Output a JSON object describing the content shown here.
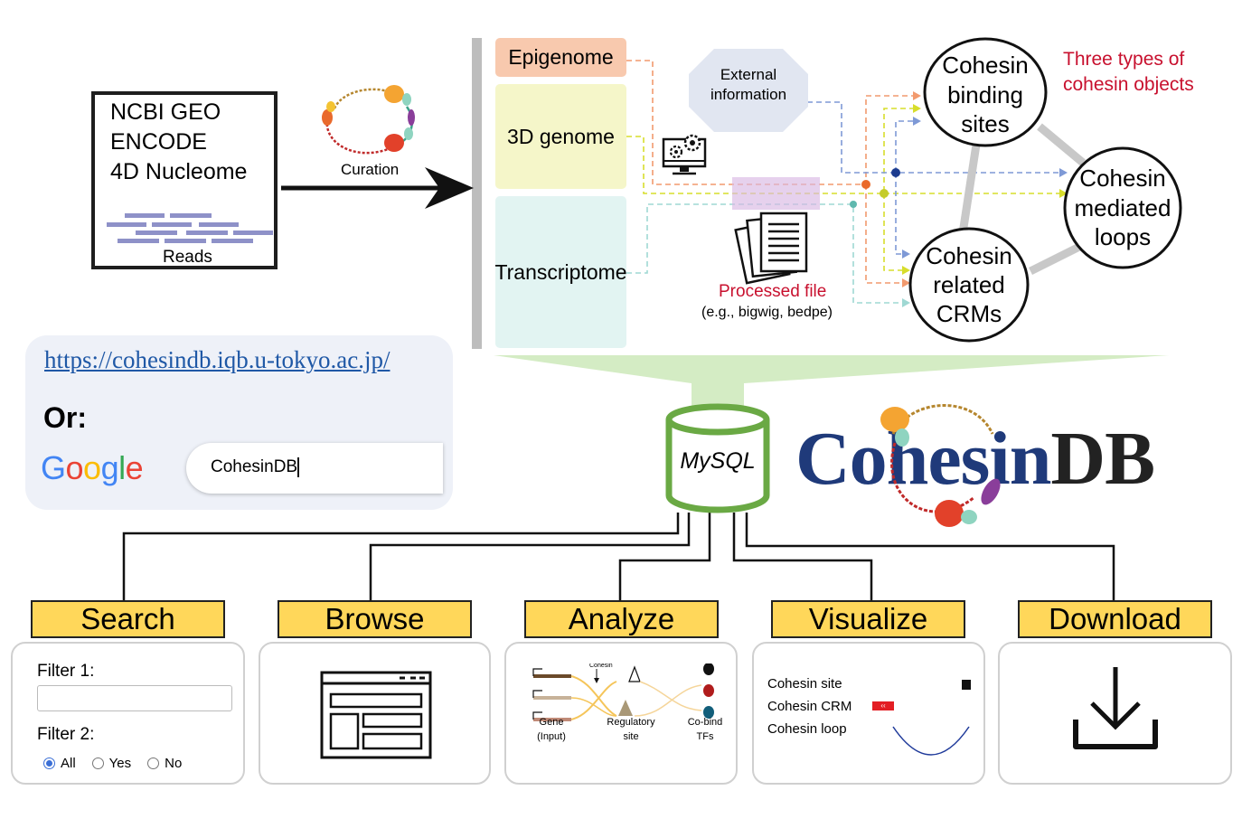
{
  "sources": {
    "lines": [
      "NCBI GEO",
      "ENCODE",
      "4D Nucleome"
    ],
    "reads_label": "Reads",
    "curation_label": "Curation"
  },
  "data_types": {
    "epigenome": "Epigenome",
    "genome3d": "3D genome",
    "transcriptome": "Transcriptome"
  },
  "external_info": [
    "External",
    "information"
  ],
  "processed_file": {
    "title": "Processed file",
    "subtitle": "(e.g., bigwig, bedpe)"
  },
  "cohesin_objects": {
    "heading": [
      "Three types of",
      "cohesin objects"
    ],
    "binding_sites": [
      "Cohesin",
      "binding",
      "sites"
    ],
    "mediated_loops": [
      "Cohesin",
      "mediated",
      "loops"
    ],
    "related_crms": [
      "Cohesin",
      "related",
      "CRMs"
    ]
  },
  "access": {
    "url": "https://cohesindb.iqb.u-tokyo.ac.jp/",
    "or_label": "Or:",
    "google_logo": "Google",
    "search_query": "CohesinDB"
  },
  "database": {
    "engine": "MySQL",
    "brand": "CohesinDB"
  },
  "features": {
    "search": "Search",
    "browse": "Browse",
    "analyze": "Analyze",
    "visualize": "Visualize",
    "download": "Download"
  },
  "search_panel": {
    "filter1": "Filter 1:",
    "filter2": "Filter 2:",
    "options": [
      "All",
      "Yes",
      "No"
    ],
    "selected": "All"
  },
  "analyze_panel": {
    "cohesin": "Cohesin",
    "gene": [
      "Gene",
      "(Input)"
    ],
    "regulatory": [
      "Regulatory",
      "site"
    ],
    "cobind": [
      "Co-bind",
      "TFs"
    ]
  },
  "visualize_panel": {
    "rows": [
      "Cohesin site",
      "Cohesin CRM",
      "Cohesin loop"
    ]
  },
  "colors": {
    "label_yellow": "#ffd75a",
    "epigenome": "#f8c9ae",
    "genome3d": "#f5f6c9",
    "transcriptome": "#e2f4f2",
    "mysql_green": "#6aa944",
    "brand_navy": "#1f3a7a",
    "red_text": "#c8102e"
  },
  "icons": [
    "gear-monitor-icon",
    "document-stack-icon",
    "browser-window-icon",
    "download-icon",
    "cohesin-ring-icon"
  ]
}
